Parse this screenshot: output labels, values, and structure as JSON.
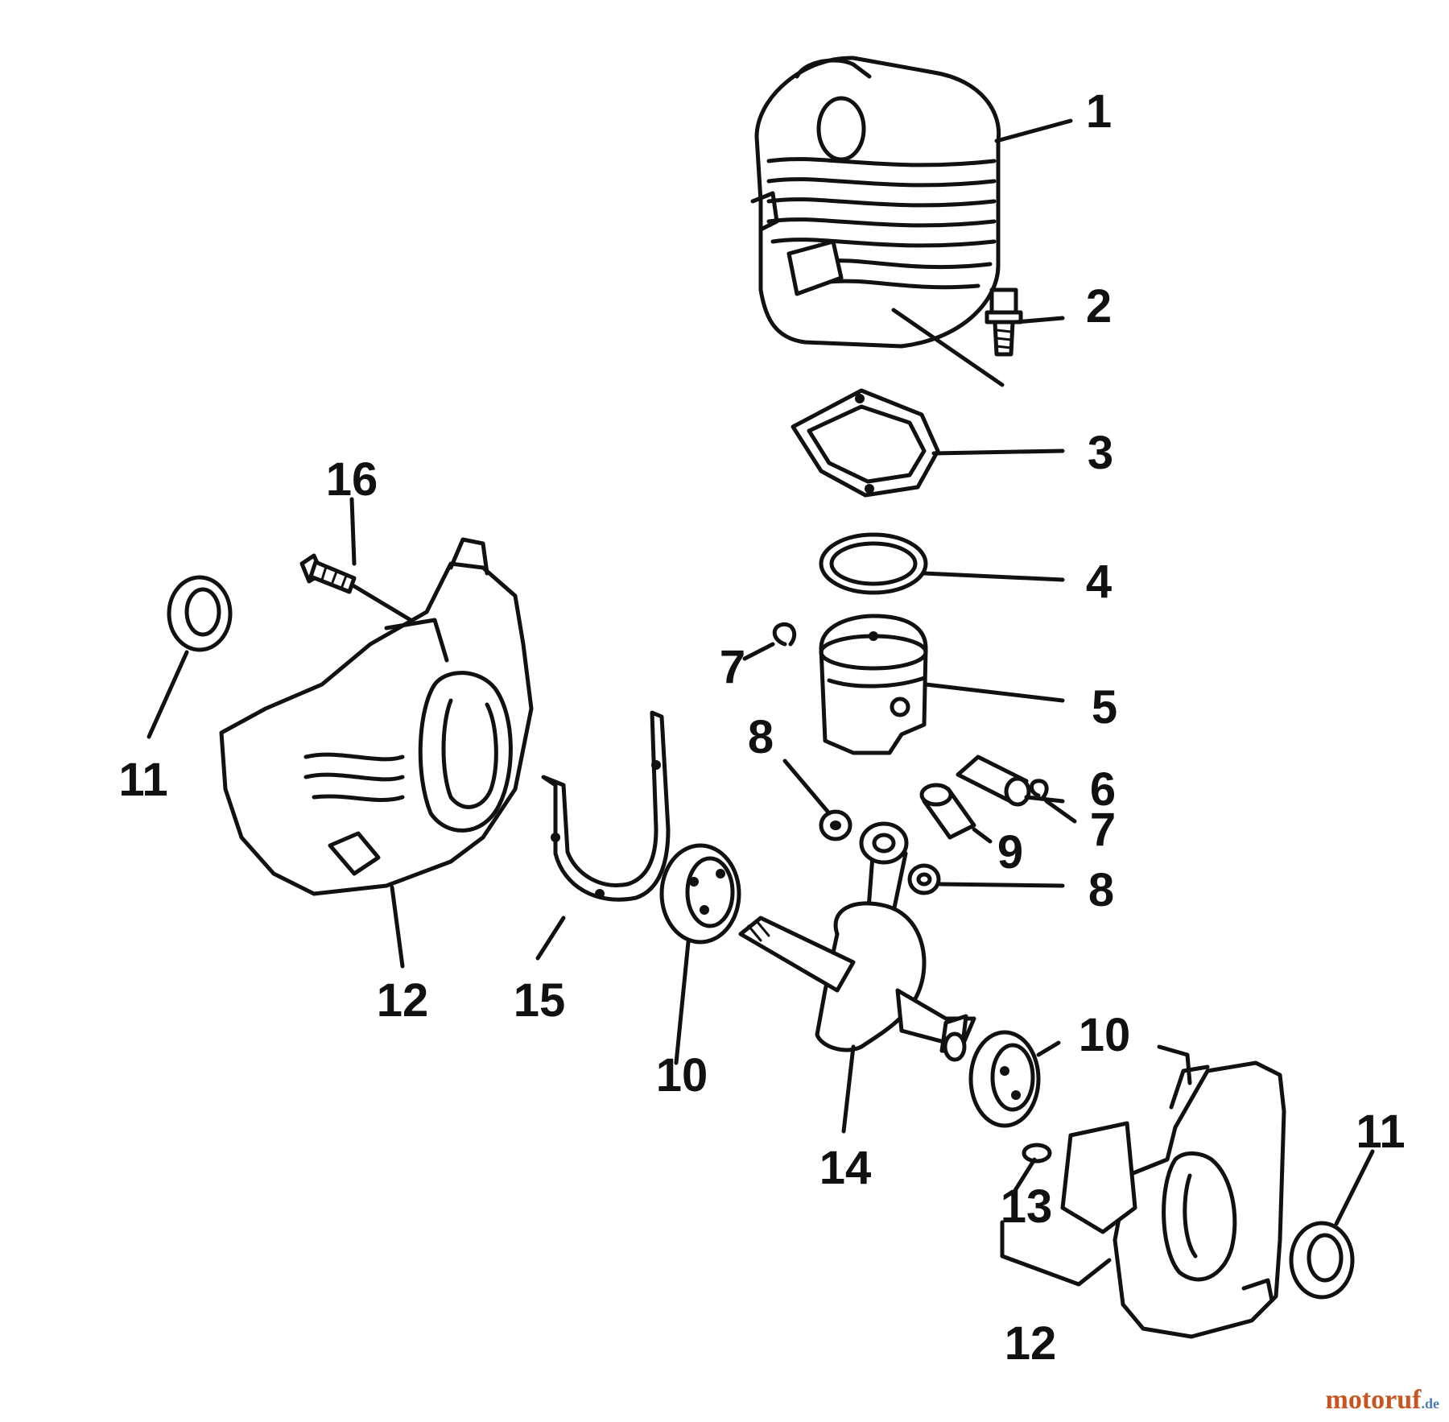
{
  "callouts": [
    {
      "id": "c1",
      "label": "1"
    },
    {
      "id": "c2",
      "label": "2"
    },
    {
      "id": "c3",
      "label": "3"
    },
    {
      "id": "c4",
      "label": "4"
    },
    {
      "id": "c5",
      "label": "5"
    },
    {
      "id": "c6",
      "label": "6"
    },
    {
      "id": "c7a",
      "label": "7"
    },
    {
      "id": "c7b",
      "label": "7"
    },
    {
      "id": "c8a",
      "label": "8"
    },
    {
      "id": "c8b",
      "label": "8"
    },
    {
      "id": "c9",
      "label": "9"
    },
    {
      "id": "c10a",
      "label": "10"
    },
    {
      "id": "c10b",
      "label": "10"
    },
    {
      "id": "c11a",
      "label": "11"
    },
    {
      "id": "c11b",
      "label": "11"
    },
    {
      "id": "c12a",
      "label": "12"
    },
    {
      "id": "c12b",
      "label": "12"
    },
    {
      "id": "c13",
      "label": "13"
    },
    {
      "id": "c14",
      "label": "14"
    },
    {
      "id": "c15",
      "label": "15"
    },
    {
      "id": "c16",
      "label": "16"
    }
  ],
  "watermark": {
    "main": "motoruf",
    "ext": ".de"
  }
}
